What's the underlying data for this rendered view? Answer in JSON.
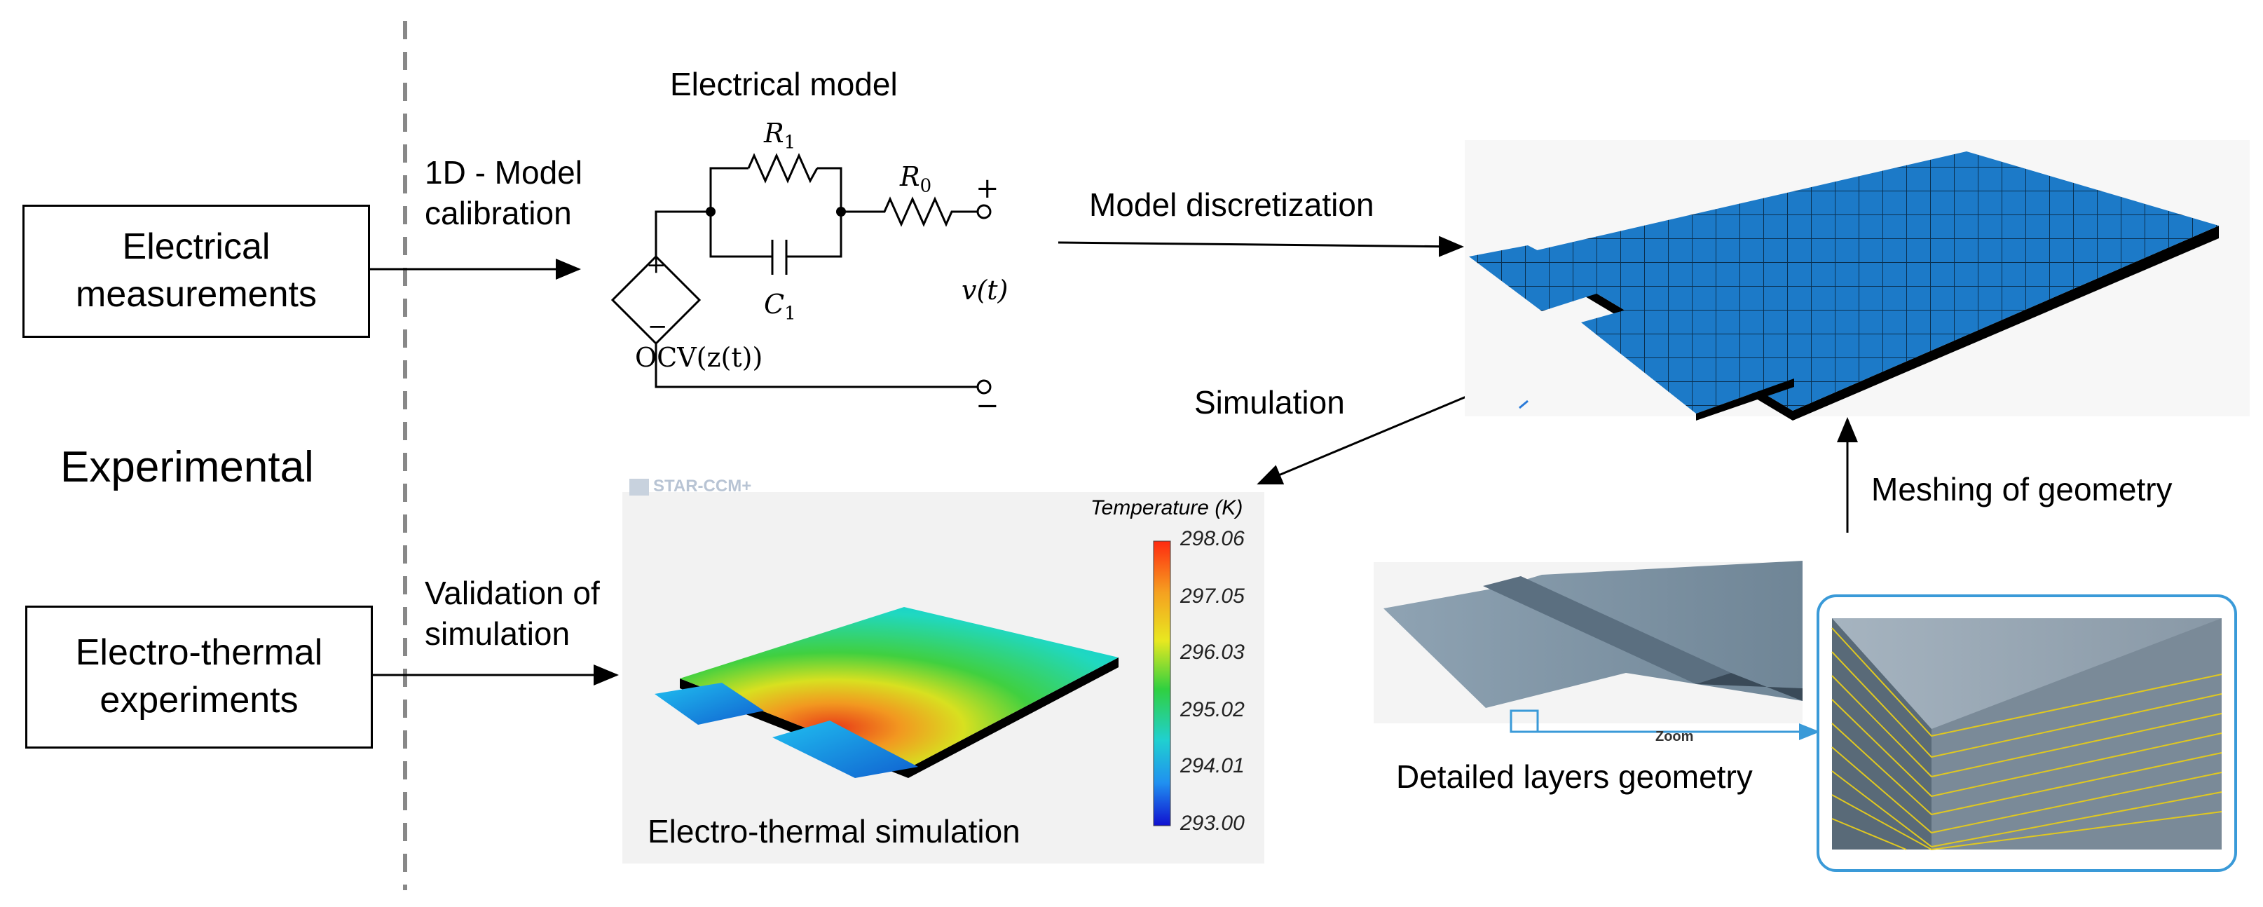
{
  "left": {
    "electrical_measurements": [
      "Electrical",
      "measurements"
    ],
    "experimental": "Experimental",
    "electro_thermal_experiments": [
      "Electro-thermal",
      "experiments"
    ]
  },
  "arrows": {
    "model_calibration": [
      "1D - Model",
      "calibration"
    ],
    "validation": [
      "Validation of",
      "simulation"
    ],
    "model_discretization": "Model discretization",
    "simulation": "Simulation",
    "meshing": "Meshing of geometry"
  },
  "circuit": {
    "title": "Electrical model",
    "r1": "R",
    "r1_sub": "1",
    "r0": "R",
    "r0_sub": "0",
    "c1": "C",
    "c1_sub": "1",
    "plus": "+",
    "minus": "−",
    "source_plus": "+",
    "source_minus": "−",
    "ocv": "OCV(z(t))",
    "vt": "v(t)"
  },
  "thermal": {
    "software": "STAR-CCM+",
    "legend_title": "Temperature (K)",
    "legend_values": [
      "298.06",
      "297.05",
      "296.03",
      "295.02",
      "294.01",
      "293.00"
    ],
    "caption": "Electro-thermal simulation",
    "colors": [
      "#e8321f",
      "#f5a020",
      "#e8e820",
      "#30d040",
      "#20d0d0",
      "#2090f0",
      "#1010d0"
    ]
  },
  "geometry": {
    "zoom_label": "Zoom",
    "caption": "Detailed layers geometry",
    "mesh_color": "#1c7ac8",
    "zoom_border_color": "#3a9ad8"
  }
}
